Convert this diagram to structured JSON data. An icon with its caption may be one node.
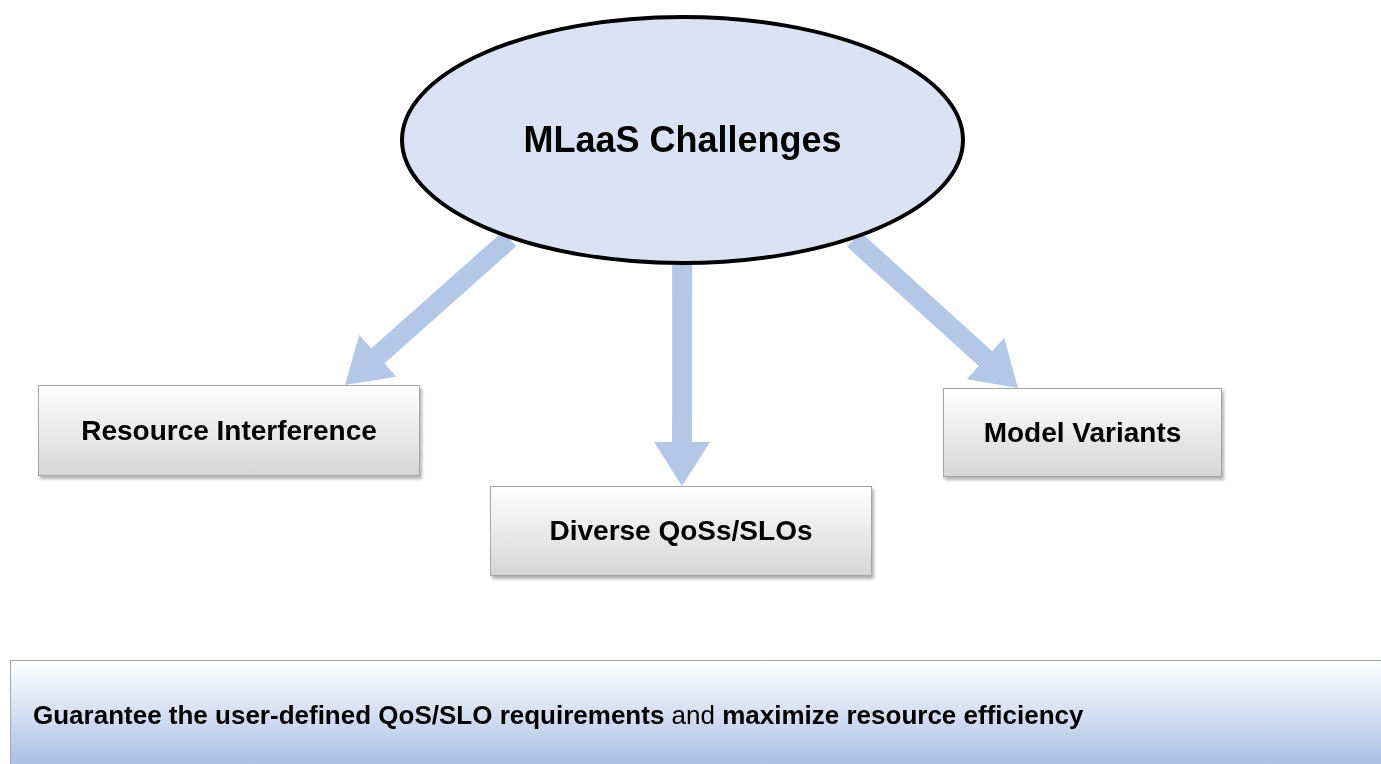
{
  "diagram": {
    "nodes": [
      {
        "text": [
          "MLaaS Challenges"
        ]
      },
      {
        "text": [
          "Resource Interference"
        ]
      },
      {
        "text": [
          "Diverse QoSs/SLOs"
        ]
      },
      {
        "text": [
          "Model Variants"
        ]
      },
      {
        "text": [
          "**Guarantee the user-defined QoS/SLO requirements** and **maximize resource efficiency**"
        ]
      }
    ],
    "edges": [
      {
        "from": 0,
        "to": 1,
        "arrow": "to"
      },
      {
        "from": 0,
        "to": 2,
        "arrow": "to"
      },
      {
        "from": 0,
        "to": 3,
        "arrow": "to"
      }
    ]
  }
}
